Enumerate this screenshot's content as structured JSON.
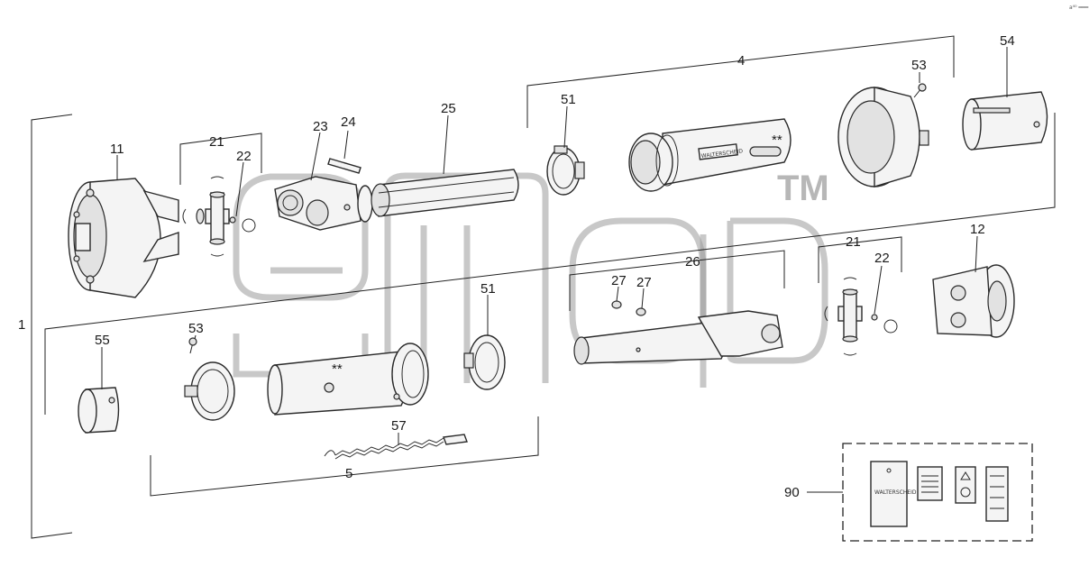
{
  "corner_mark": "a⁴⁰ ═══",
  "watermark": {
    "tm": "TM"
  },
  "callouts": {
    "c1": "1",
    "c4": "4",
    "c5": "5",
    "c11": "11",
    "c12": "12",
    "c21a": "21",
    "c21b": "21",
    "c22a": "22",
    "c22b": "22",
    "c23": "23",
    "c24": "24",
    "c25": "25",
    "c26": "26",
    "c27a": "27",
    "c27b": "27",
    "c51a": "51",
    "c51b": "51",
    "c53a": "53",
    "c53b": "53",
    "c54": "54",
    "c55": "55",
    "c57": "57",
    "c90": "90"
  },
  "marks": {
    "star_a": "**",
    "star_b": "**"
  },
  "brand_labels": {
    "tube_label": "WALTERSCHEID",
    "kit_label": "WALTERSCHEID"
  }
}
